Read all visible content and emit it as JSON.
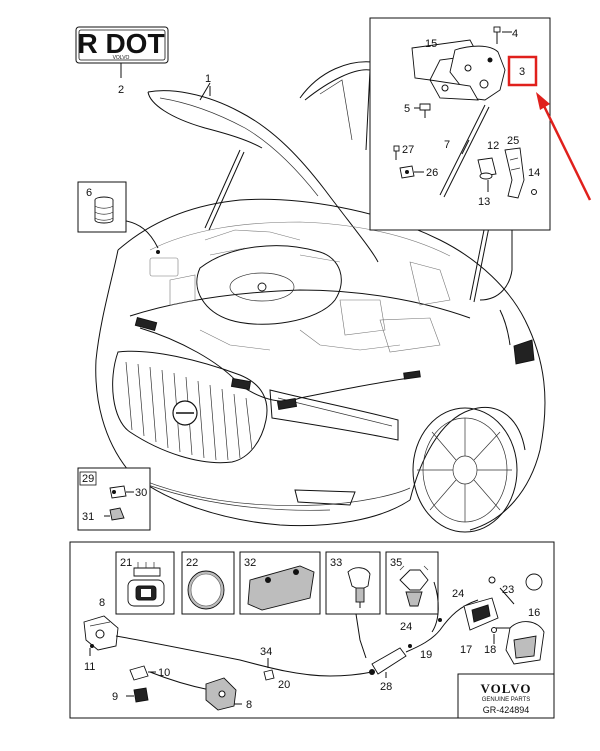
{
  "header_label": {
    "text": "R DOT",
    "sub": "VOLVO"
  },
  "callouts": {
    "c1": "1",
    "c2": "2",
    "c3": "3",
    "c4": "4",
    "c5": "5",
    "c6": "6",
    "c7": "7",
    "c8a": "8",
    "c8b": "8",
    "c9": "9",
    "c10": "10",
    "c11": "11",
    "c12": "12",
    "c13": "13",
    "c14": "14",
    "c15": "15",
    "c16": "16",
    "c17": "17",
    "c18": "18",
    "c19": "19",
    "c20": "20",
    "c21": "21",
    "c22": "22",
    "c23": "23",
    "c24a": "24",
    "c24b": "24",
    "c25": "25",
    "c26": "26",
    "c27": "27",
    "c28": "28",
    "c29": "29",
    "c30": "30",
    "c31": "31",
    "c32": "32",
    "c33": "33",
    "c34": "34",
    "c35": "35"
  },
  "brand": {
    "name": "VOLVO",
    "tagline": "GENUINE PARTS",
    "code": "GR-424894"
  },
  "highlight_color": "#e0201c",
  "arrow_color": "#e0201c"
}
